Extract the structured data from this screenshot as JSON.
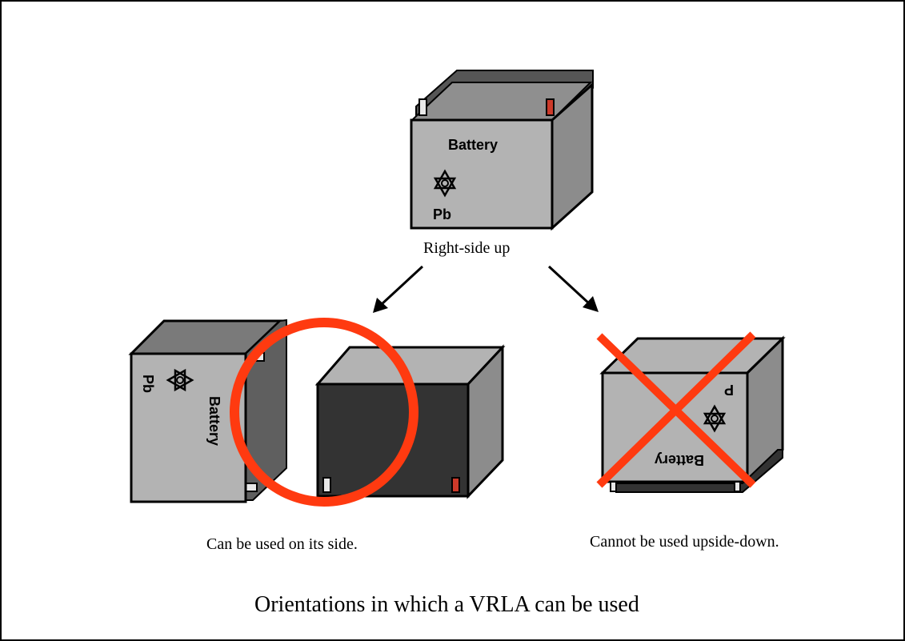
{
  "diagram": {
    "title": "Orientations in which a VRLA can be used",
    "battery_label": "Battery",
    "lead_label": "Pb",
    "lead_label_partial": "P",
    "recycle_icon": "recycle-icon",
    "orientations": [
      {
        "caption": "Right-side up",
        "allowed": true
      },
      {
        "caption": "Can be used on its side.",
        "allowed": true,
        "mark": "circle-ok"
      },
      {
        "caption": "Cannot be used upside-down.",
        "allowed": false,
        "mark": "cross-ng"
      }
    ],
    "colors": {
      "mark_red": "#ff3a10",
      "body_gray": "#b3b3b3",
      "side_gray": "#8c8c8c",
      "top_dark": "#555555",
      "dark_face": "#333333",
      "terminal_red": "#cc3a2a"
    }
  }
}
